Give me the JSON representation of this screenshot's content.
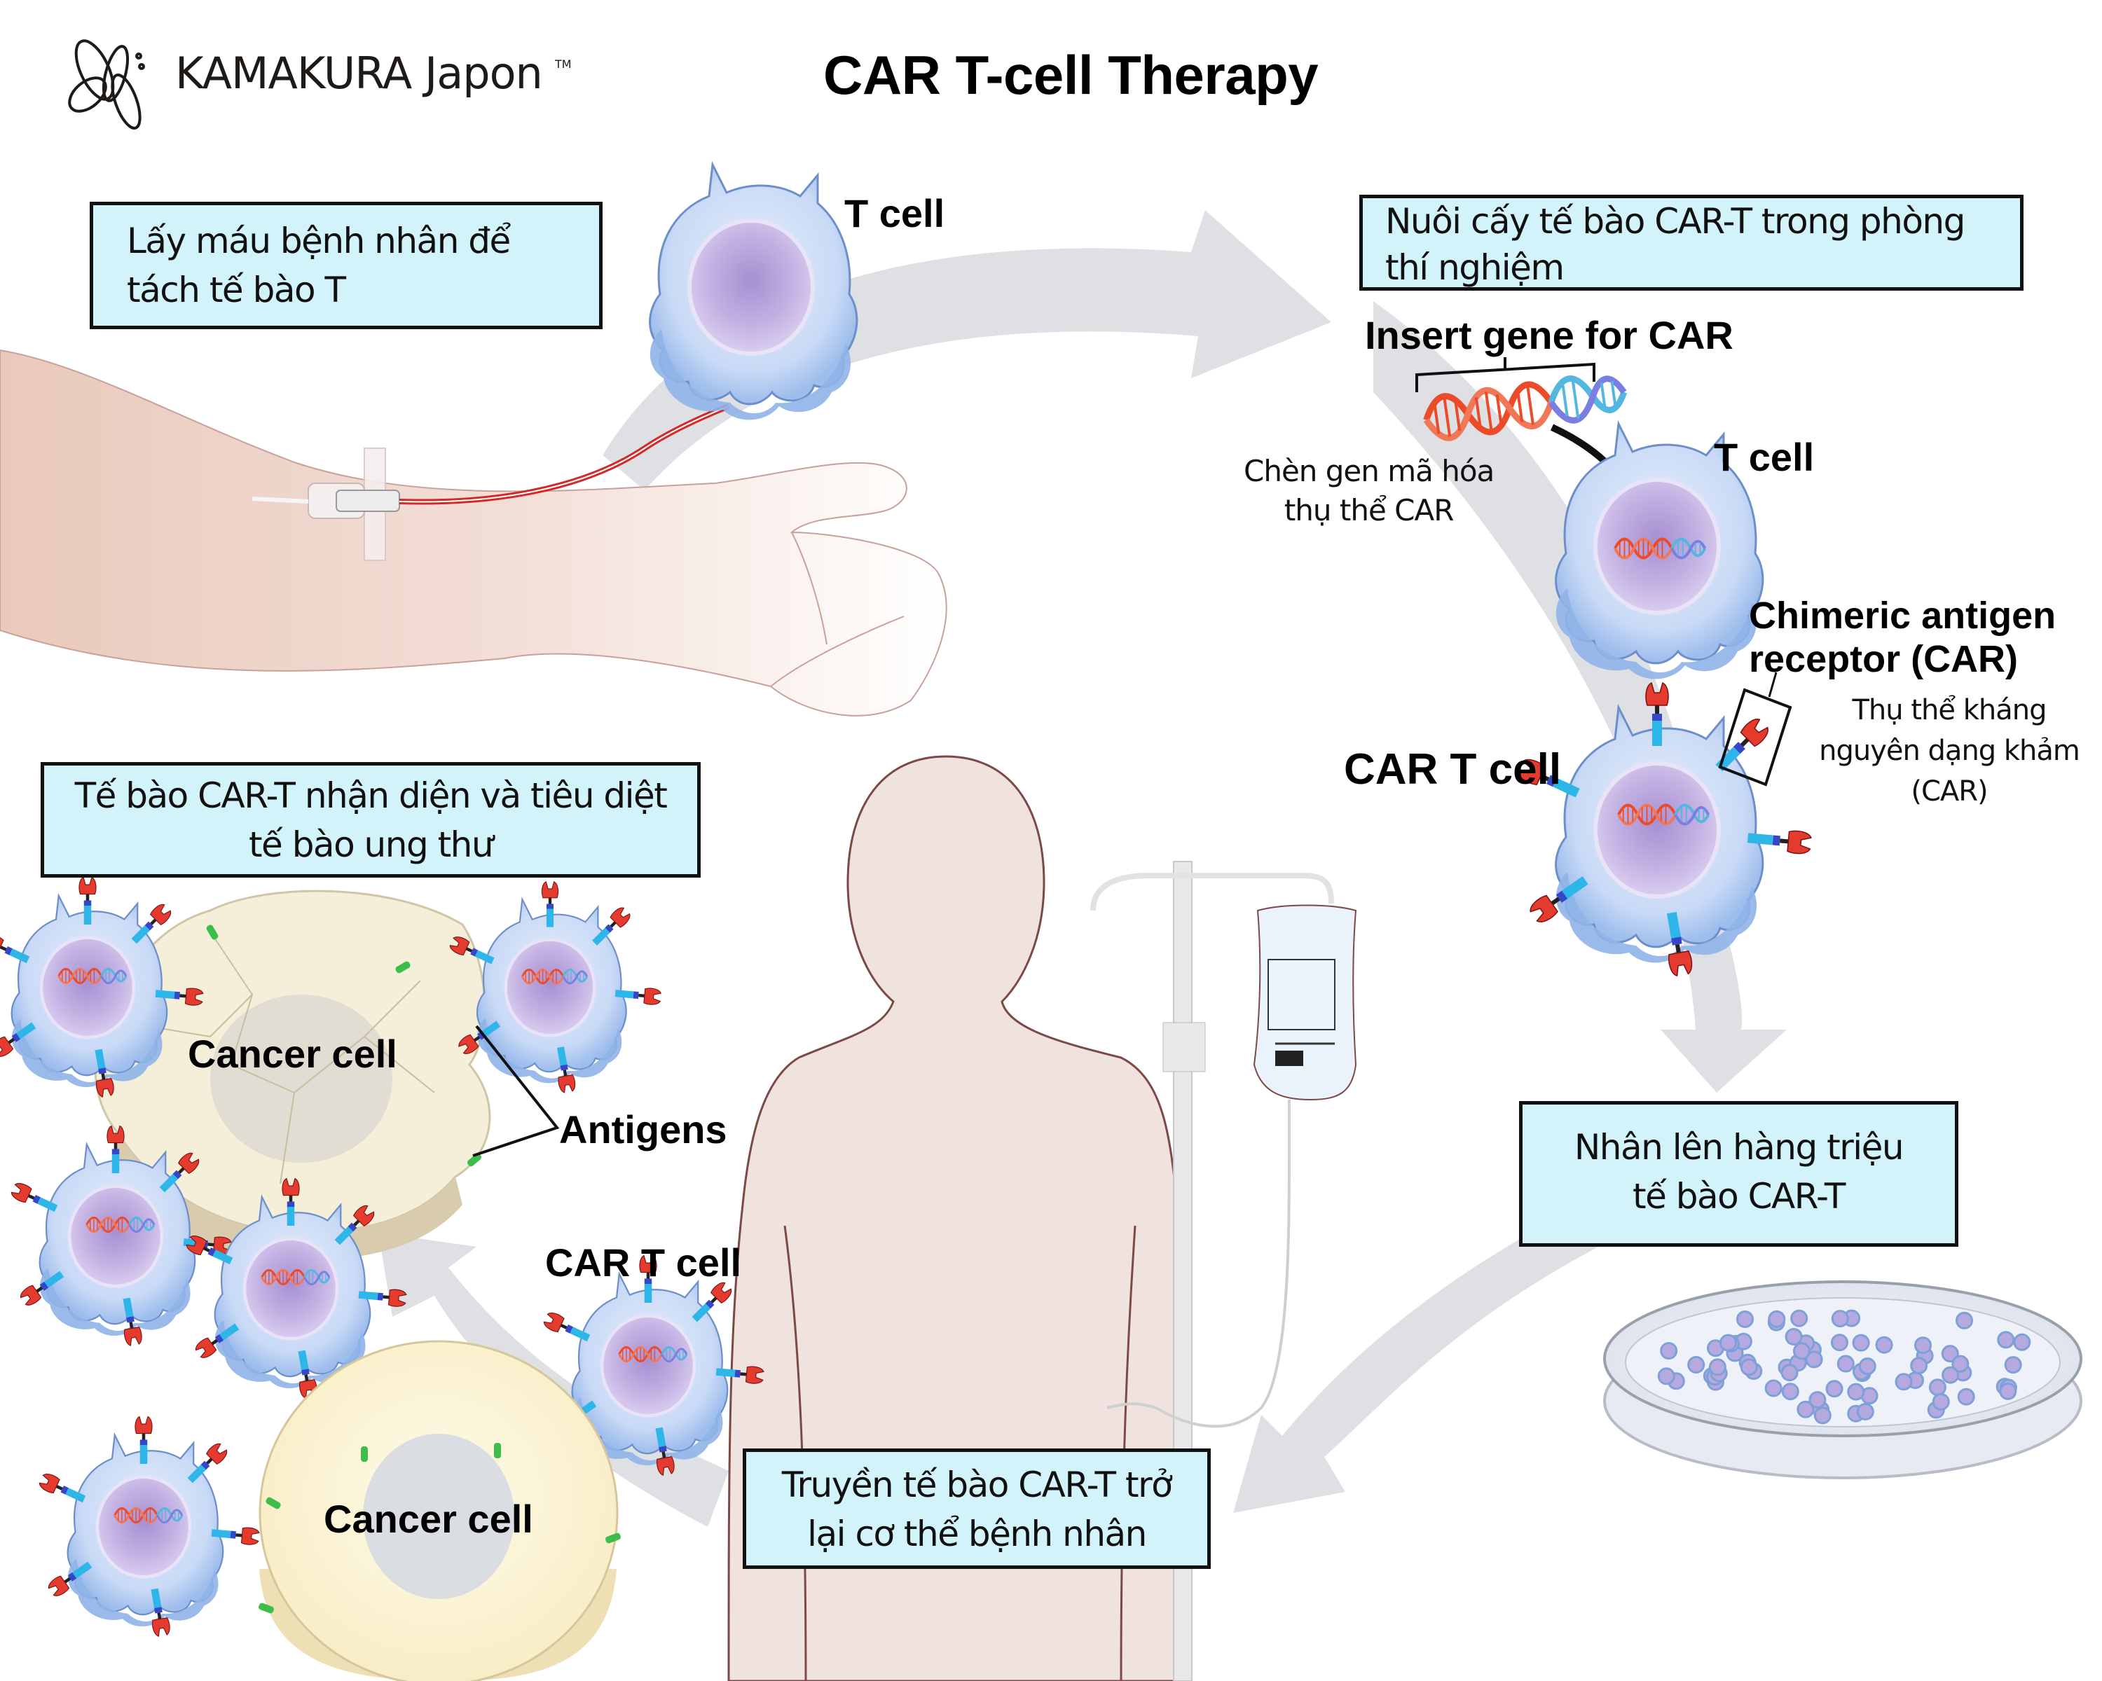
{
  "brand": {
    "name": "KAMAKURA Japon",
    "trademark": "TM"
  },
  "title": "CAR T-cell Therapy",
  "steps": [
    {
      "id": "collect",
      "lines": [
        "Lấy máu bệnh nhân để",
        "tách tế bào T"
      ]
    },
    {
      "id": "culture",
      "lines": [
        "Nuôi cấy tế bào CAR-T trong phòng",
        "thí nghiệm"
      ]
    },
    {
      "id": "multiply",
      "lines": [
        "Nhân lên hàng triệu",
        "tế bào CAR-T"
      ]
    },
    {
      "id": "infuse",
      "lines": [
        "Truyền tế bào CAR-T trở",
        "lại cơ thể bệnh nhân"
      ]
    },
    {
      "id": "kill",
      "lines": [
        "Tế bào CAR-T nhận diện và tiêu diệt",
        "tế bào ung thư"
      ]
    }
  ],
  "labels": {
    "t_cell_1": "T cell",
    "insert_gene": "Insert gene for CAR",
    "insert_gene_vi": [
      "Chèn gen mã hóa",
      "thụ thể CAR"
    ],
    "t_cell_2": "T cell",
    "chimeric": [
      "Chimeric antigen",
      "receptor (CAR)"
    ],
    "chimeric_vi": [
      "Thụ thể kháng",
      "nguyên dạng khảm",
      "(CAR)"
    ],
    "car_t_cell_1": "CAR T cell",
    "cancer_cell_1": "Cancer cell",
    "antigens": "Antigens",
    "car_t_cell_2": "CAR T cell",
    "cancer_cell_2": "Cancer cell"
  },
  "colors": {
    "box_fill": "#d3f3fa",
    "flow_arrow": "#dcdee2",
    "t_cell_membrane": "#8fb4e8",
    "t_cell_nucleus": "#b9a4dc",
    "car_receptor": "#e53a2e",
    "car_stalk": "#2fb6e8",
    "antigen": "#3cbf4a",
    "cancer_cell": "#fbf3d6",
    "skin": "#f1ddd6",
    "dna_red": "#ec4b2a",
    "dna_blue": "#53b7e0"
  }
}
